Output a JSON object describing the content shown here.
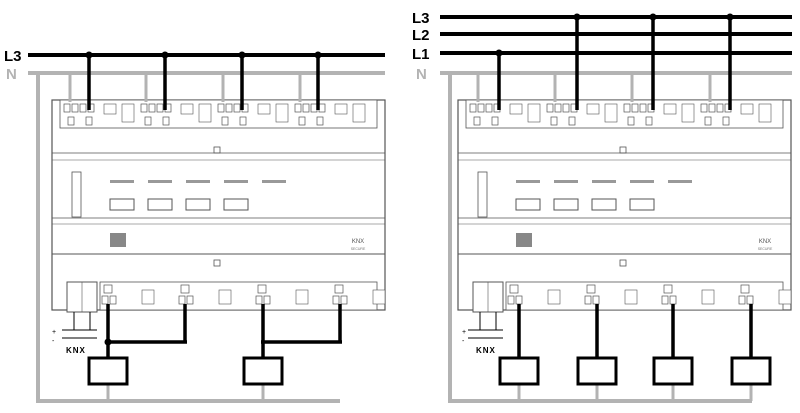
{
  "colors": {
    "phase": "#000000",
    "neutral": "#b3b3b3",
    "device": "#555555"
  },
  "left_diagram": {
    "phase_labels": [
      "L3"
    ],
    "neutral_label": "N",
    "bus_label": "KNX",
    "bus_plus": "+",
    "bus_minus": "-",
    "device_logo": "KNX",
    "device_logo_sub": "SECURE",
    "loads": 2
  },
  "right_diagram": {
    "phase_labels": [
      "L3",
      "L2",
      "L1"
    ],
    "neutral_label": "N",
    "bus_label": "KNX",
    "bus_plus": "+",
    "bus_minus": "-",
    "device_logo": "KNX",
    "device_logo_sub": "SECURE",
    "loads": 4
  }
}
